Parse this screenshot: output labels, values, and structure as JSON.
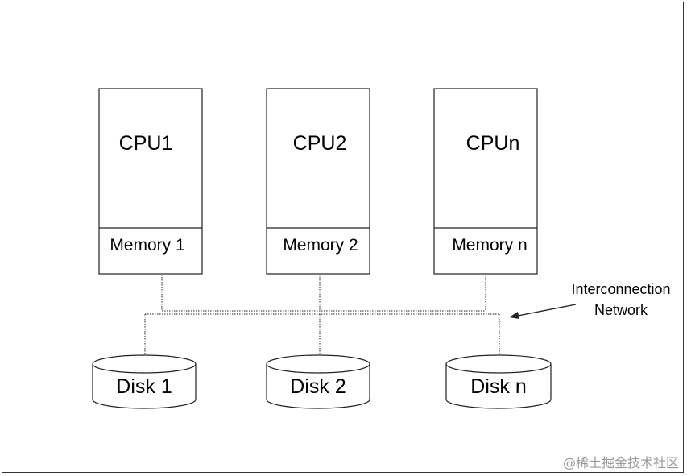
{
  "nodes": [
    {
      "cpu": "CPU1",
      "memory": "Memory 1"
    },
    {
      "cpu": "CPU2",
      "memory": "Memory 2"
    },
    {
      "cpu": "CPUn",
      "memory": "Memory n"
    }
  ],
  "disks": [
    "Disk 1",
    "Disk 2",
    "Disk n"
  ],
  "network": {
    "line1": "Interconnection",
    "line2": "Network"
  },
  "watermark": "@稀土掘金技术社区"
}
